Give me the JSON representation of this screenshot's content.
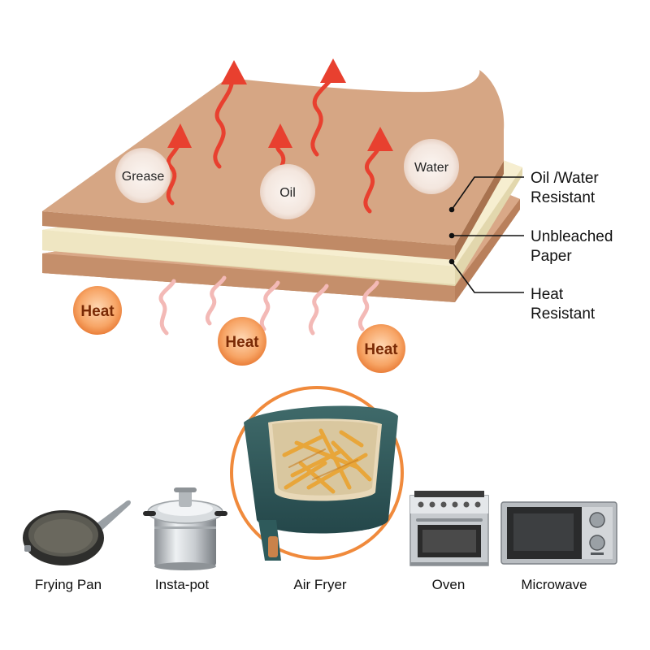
{
  "bubbles": {
    "grease": "Grease",
    "oil": "Oil",
    "water": "Water"
  },
  "layers": [
    {
      "line1": "Oil /Water",
      "line2": "Resistant"
    },
    {
      "line1": "Unbleached",
      "line2": "Paper"
    },
    {
      "line1": "Heat",
      "line2": "Resistant"
    }
  ],
  "heat_badges": [
    "Heat",
    "Heat",
    "Heat"
  ],
  "appliances": [
    "Frying Pan",
    "Insta-pot",
    "Air Fryer",
    "Oven",
    "Microwave"
  ],
  "colors": {
    "paper_brown": "#d7a887",
    "paper_brown_edge": "#c58f6b",
    "unbleached": "#f4ecc9",
    "arrow_red": "#e8402f",
    "heat_orange": "#f39a5b",
    "bubble_fill": "#f6ece6"
  }
}
